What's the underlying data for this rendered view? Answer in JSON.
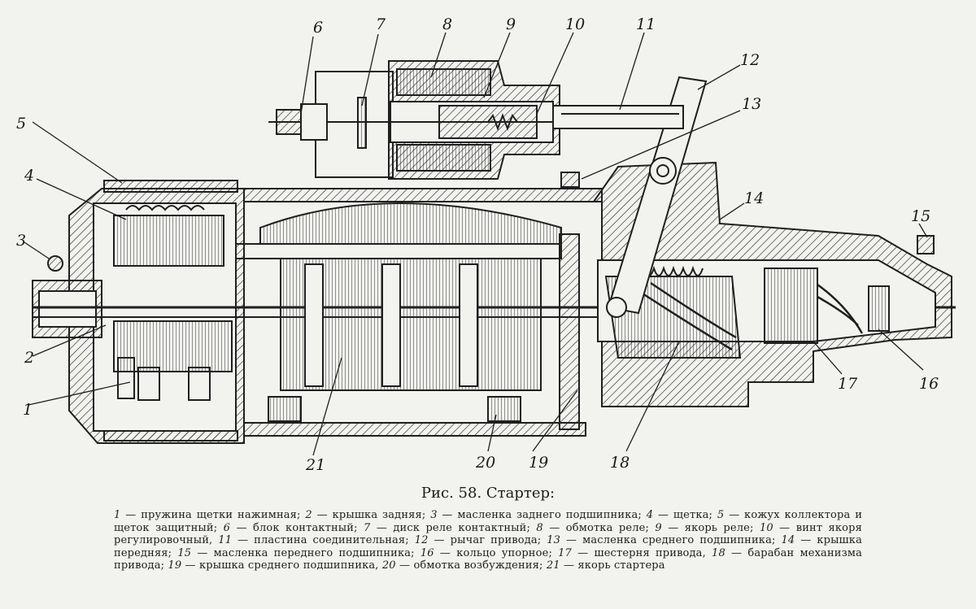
{
  "figure": {
    "title": "Рис. 58. Стартер:",
    "callouts": [
      "1",
      "2",
      "3",
      "4",
      "5",
      "6",
      "7",
      "8",
      "9",
      "10",
      "11",
      "12",
      "13",
      "14",
      "15",
      "16",
      "17",
      "18",
      "19",
      "20",
      "21"
    ]
  },
  "caption": [
    {
      "num": "1",
      "text": " — пружина щетки нажимная; "
    },
    {
      "num": "2",
      "text": " — крышка задняя; "
    },
    {
      "num": "3",
      "text": " — масленка заднего подшипника; "
    },
    {
      "num": "4",
      "text": " — щетка; "
    },
    {
      "num": "5",
      "text": " — кожух коллектора и щеток защитный; "
    },
    {
      "num": "6",
      "text": " — блок контактный; "
    },
    {
      "num": "7",
      "text": " — диск реле контактный; "
    },
    {
      "num": "8",
      "text": " — обмотка реле; "
    },
    {
      "num": "9",
      "text": " — якорь реле; "
    },
    {
      "num": "10",
      "text": " — винт якоря регулировочный, "
    },
    {
      "num": "11",
      "text": " — пластина соединительная; "
    },
    {
      "num": "12",
      "text": " — рычаг привода; "
    },
    {
      "num": "13",
      "text": " — масленка среднего подшипника; "
    },
    {
      "num": "14",
      "text": " — крышка передняя; "
    },
    {
      "num": "15",
      "text": " — масленка переднего подшипника; "
    },
    {
      "num": "16",
      "text": " — кольцо упорное; "
    },
    {
      "num": "17",
      "text": " — шестерня привода, "
    },
    {
      "num": "18",
      "text": " — барабан механизма привода; "
    },
    {
      "num": "19",
      "text": " — крышка среднего подшипника, "
    },
    {
      "num": "20",
      "text": " — обмотка возбуждения; "
    },
    {
      "num": "21",
      "text": " — якорь стартера"
    }
  ]
}
